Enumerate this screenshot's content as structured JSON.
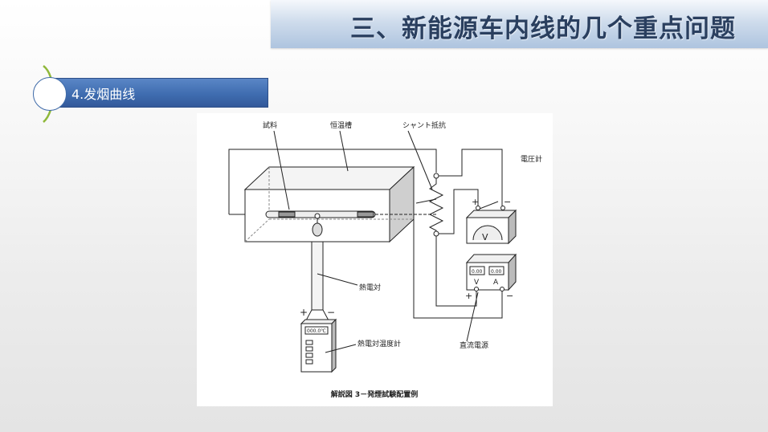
{
  "slide": {
    "title": "三、新能源车内线的几个重点问题",
    "section_label": "4.发烟曲线"
  },
  "figure": {
    "labels": {
      "sample": "試料",
      "bath": "恒温槽",
      "shunt": "シャント抵抗",
      "voltmeter": "電圧計",
      "thermocouple": "熱電対",
      "thermometer": "熱電対温度計",
      "dc_supply": "直流電源"
    },
    "voltmeter_symbol": "V",
    "voltmeter_plus": "+",
    "voltmeter_minus": "−",
    "supply_readout_v": "0.00",
    "supply_readout_a": "0.00",
    "supply_unit_v": "V",
    "supply_unit_a": "A",
    "supply_plus": "+",
    "supply_minus": "−",
    "thermo_plus": "+",
    "thermo_minus": "−",
    "thermometer_readout": "000.0℃",
    "caption": "解説図 3－発煙試験配置例"
  },
  "colors": {
    "title_text": "#2a3f5f",
    "section_bar": "#3f6db0",
    "ink": "#222222"
  }
}
